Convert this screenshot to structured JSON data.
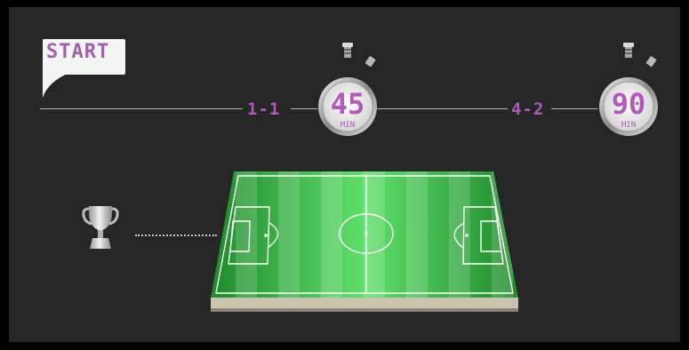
{
  "timeline": {
    "start_label": "START",
    "halftime_score": "1-1",
    "fulltime_score": "4-2"
  },
  "stopwatches": [
    {
      "minutes": "45",
      "unit": "MIN"
    },
    {
      "minutes": "90",
      "unit": "MIN"
    }
  ],
  "colors": {
    "background": "#262626",
    "accent_purple": "#b05ab8",
    "pitch_green": "#3fb54a",
    "line": "#b8b8b8"
  },
  "icons": [
    "speech-bubble-icon",
    "stopwatch-icon",
    "trophy-icon",
    "football-pitch-icon"
  ]
}
